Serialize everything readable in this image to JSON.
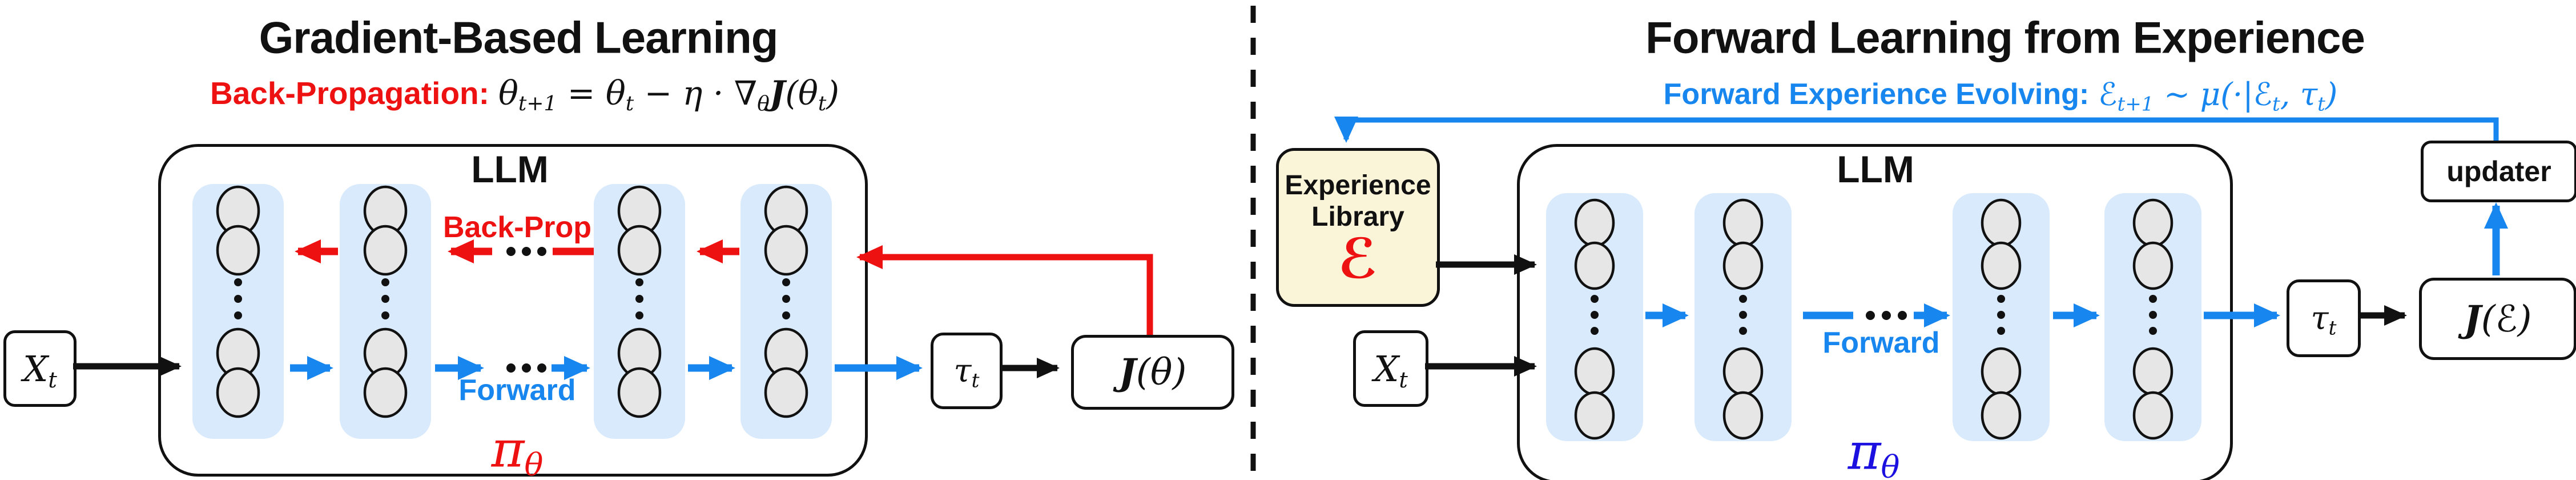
{
  "colors": {
    "red": "#ee1111",
    "blue": "#1786ee",
    "dark_blue": "#1b10e0",
    "layer_blue": "#d8eafc",
    "cream": "#faf4d8",
    "neuron_gray": "#e6e6e6",
    "line_black": "#111111"
  },
  "left": {
    "title": "Gradient-Based Learning",
    "formula": {
      "label": "Back-Propagation:",
      "math": [
        [
          "θ",
          0
        ],
        [
          "t+1",
          1
        ],
        [
          " = ",
          0
        ],
        [
          "θ",
          0
        ],
        [
          "t",
          1
        ],
        [
          " − η · ∇",
          0
        ],
        [
          "θ",
          1
        ],
        [
          "J",
          3
        ],
        [
          "(",
          0
        ],
        [
          "θ",
          0
        ],
        [
          "t",
          1
        ],
        [
          ")",
          0
        ]
      ]
    },
    "llm": {
      "label": "LLM",
      "backprop_label": "Back-Prop",
      "forward_label": "Forward",
      "policy": [
        [
          "π",
          0
        ],
        [
          "θ",
          1
        ]
      ]
    },
    "input_box": [
      [
        "X",
        0
      ],
      [
        "t",
        1
      ]
    ],
    "trajectory_box": [
      [
        "τ",
        0
      ],
      [
        "t",
        1
      ]
    ],
    "objective_box": [
      [
        "J",
        3
      ],
      [
        "(θ)",
        0
      ]
    ]
  },
  "right": {
    "title": "Forward Learning from Experience",
    "formula": {
      "label": "Forward Experience Evolving:",
      "math": [
        [
          "ℰ",
          2
        ],
        [
          "t+1",
          1
        ],
        [
          " ∼ μ(·|",
          0
        ],
        [
          "ℰ",
          2
        ],
        [
          "t",
          1
        ],
        [
          ", ",
          0
        ],
        [
          "τ",
          0
        ],
        [
          "t",
          1
        ],
        [
          ")",
          0
        ]
      ]
    },
    "experience_library": {
      "line1": "Experience",
      "line2": "Library",
      "symbol": "ℰ"
    },
    "llm": {
      "label": "LLM",
      "forward_label": "Forward",
      "policy": [
        [
          "π",
          0
        ],
        [
          "θ",
          1
        ]
      ]
    },
    "input_box": [
      [
        "X",
        0
      ],
      [
        "t",
        1
      ]
    ],
    "trajectory_box": [
      [
        "τ",
        0
      ],
      [
        "t",
        1
      ]
    ],
    "objective_box": [
      [
        "J",
        3
      ],
      [
        "(",
        0
      ],
      [
        "ℰ",
        2
      ],
      [
        ")",
        0
      ]
    ],
    "updater_box": "updater"
  }
}
